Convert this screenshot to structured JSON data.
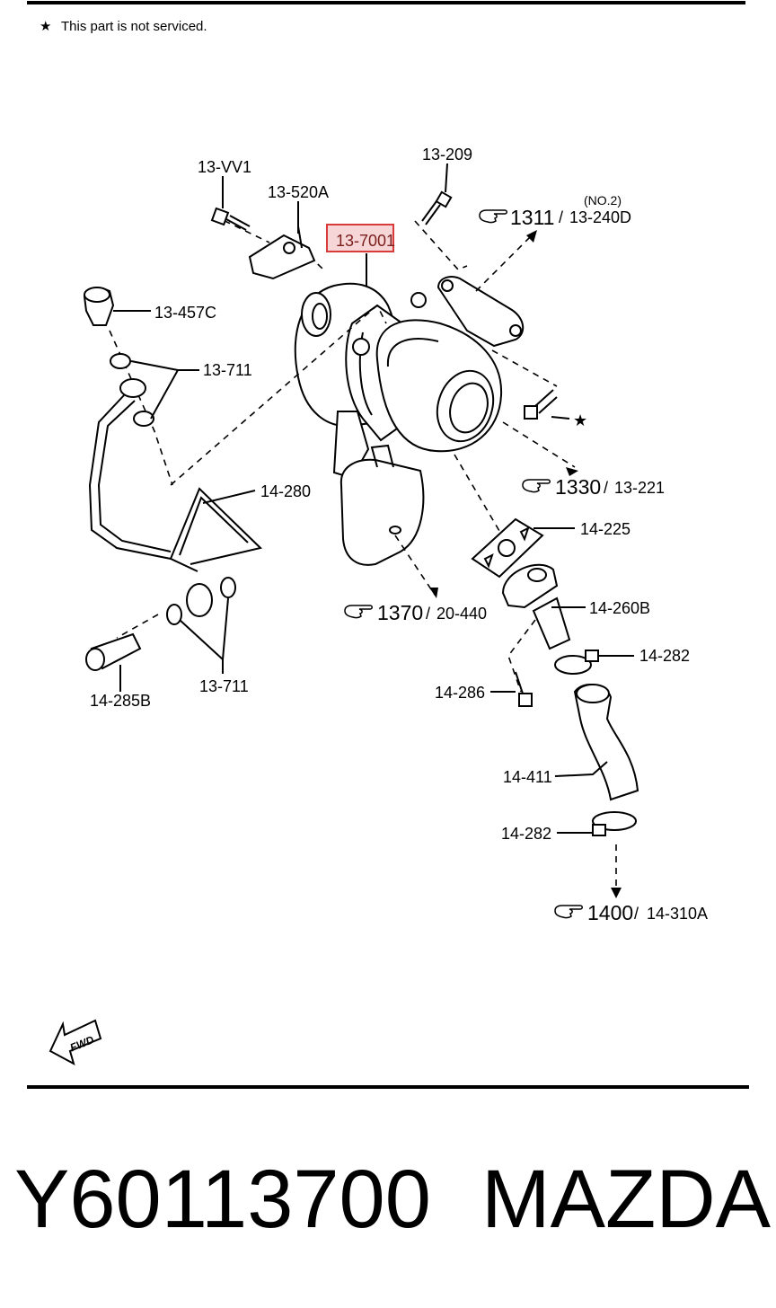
{
  "note": {
    "star": "★",
    "text": "This part is not serviced."
  },
  "labels": {
    "vv1": "13-VV1",
    "bracket": "13-520A",
    "bolt_top": "13-209",
    "turbo": "13-7001",
    "banjo_bolt": "13-457C",
    "washer_upper": "13-711",
    "oil_pipe": "14-280",
    "washer_lower": "13-711",
    "bolt_lower": "14-285B",
    "gasket": "14-225",
    "return_pipe": "14-260B",
    "clamp_upper": "14-282",
    "bolt_side": "14-286",
    "hose": "14-411",
    "clamp_lower": "14-282"
  },
  "references": {
    "ref1311": {
      "main": "1311",
      "sub": "13-240D",
      "note": "(NO.2)"
    },
    "ref1330": {
      "main": "1330",
      "sub": "13-221"
    },
    "ref1370": {
      "main": "1370",
      "sub": "20-440"
    },
    "ref1400": {
      "main": "1400",
      "sub": "14-310A"
    }
  },
  "star_marker": "★",
  "fwd": "FWD",
  "footer": {
    "part_number": "Y60113700",
    "brand": "MAZDA"
  },
  "colors": {
    "highlight_fill": "#f6d6d6",
    "highlight_stroke": "#d93a3a"
  }
}
